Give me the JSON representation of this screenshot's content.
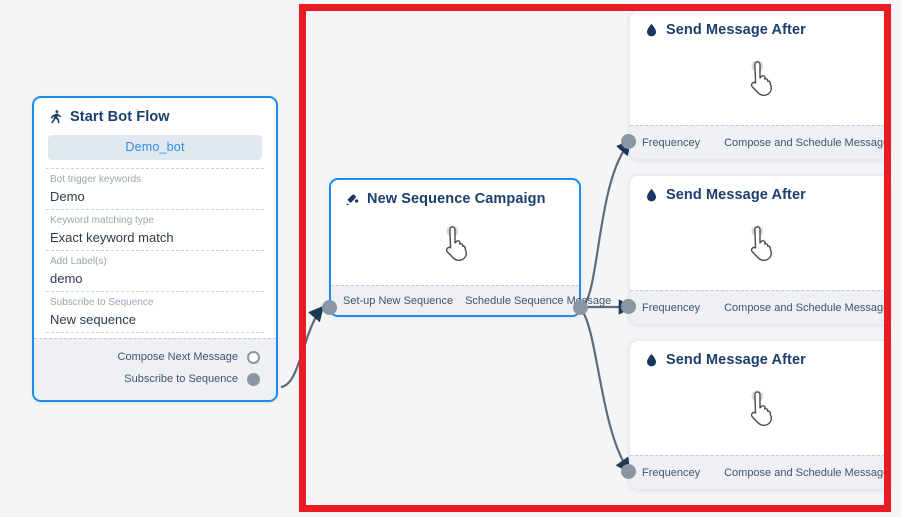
{
  "canvas": {
    "background": "#f4f5f7",
    "highlight_color": "#e91c24"
  },
  "nodes": {
    "start_bot_flow": {
      "title": "Start Bot Flow",
      "icon": "running-person-icon",
      "bot_pill": "Demo_bot",
      "fields": [
        {
          "label": "Bot trigger keywords",
          "value": "Demo"
        },
        {
          "label": "Keyword matching type",
          "value": "Exact keyword match"
        },
        {
          "label": "Add Label(s)",
          "value": "demo"
        },
        {
          "label": "Subscribe to Sequence",
          "value": "New sequence"
        }
      ],
      "ports": [
        {
          "label": "Compose Next Message",
          "state": "hollow"
        },
        {
          "label": "Subscribe to Sequence",
          "state": "filled"
        }
      ]
    },
    "new_sequence_campaign": {
      "title": "New Sequence Campaign",
      "icon": "broadcast-icon",
      "body_icon": "pointing-hand-cursor-icon",
      "ports": [
        {
          "label": "Set-up New Sequence",
          "state": "filled"
        },
        {
          "label": "Schedule Sequence Message",
          "state": "filled"
        }
      ]
    },
    "send_message_after": [
      {
        "title": "Send Message After",
        "icon": "water-drop-icon",
        "body_icon": "pointing-hand-cursor-icon",
        "in_port_label": "Frequencey",
        "out_port_label": "Compose and Schedule Message"
      },
      {
        "title": "Send Message After",
        "icon": "water-drop-icon",
        "body_icon": "pointing-hand-cursor-icon",
        "in_port_label": "Frequencey",
        "out_port_label": "Compose and Schedule Message"
      },
      {
        "title": "Send Message After",
        "icon": "water-drop-icon",
        "body_icon": "pointing-hand-cursor-icon",
        "in_port_label": "Frequencey",
        "out_port_label": "Compose and Schedule Message"
      }
    ]
  }
}
